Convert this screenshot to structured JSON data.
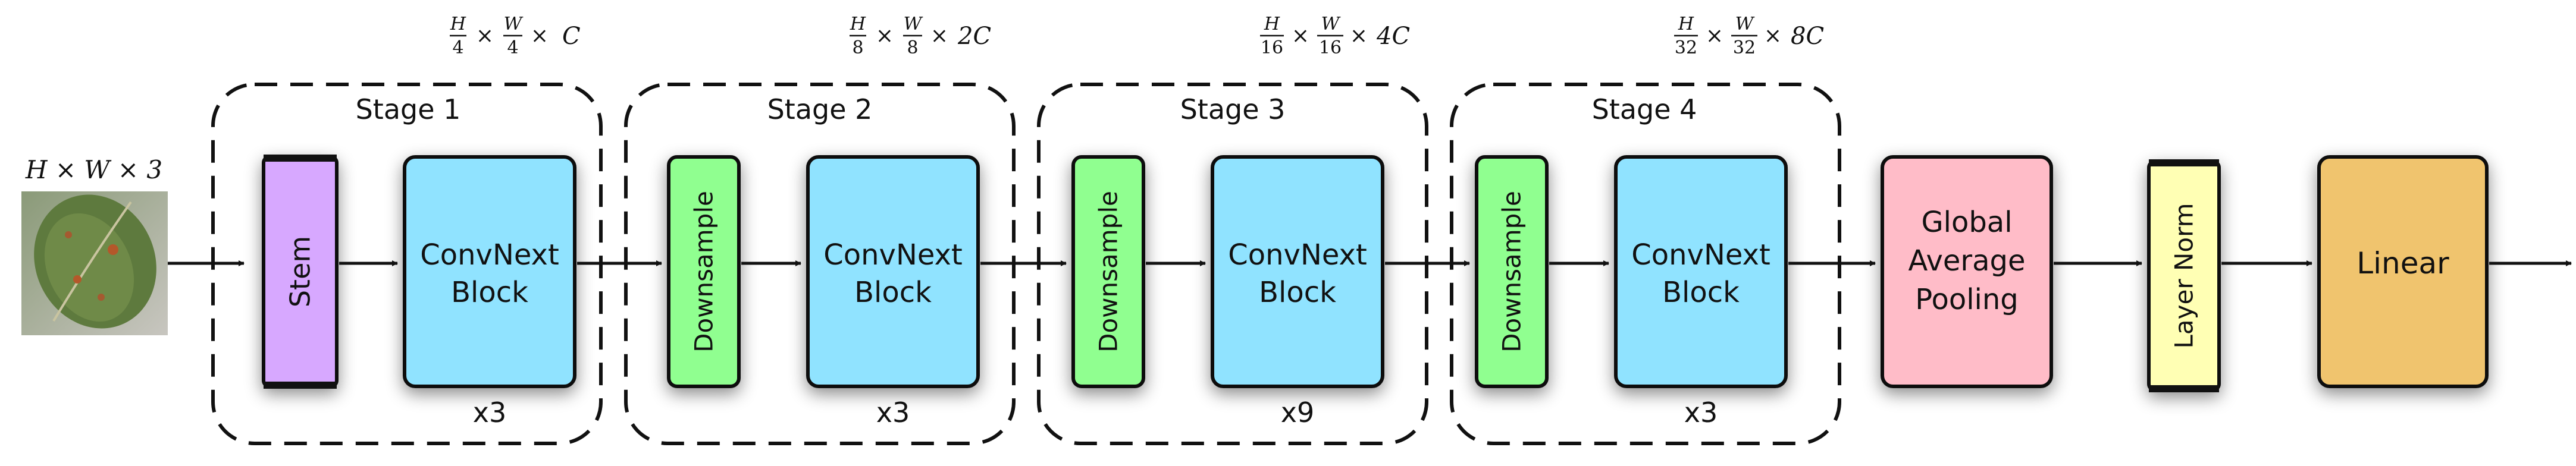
{
  "input": {
    "dims_label": "H × W × 3",
    "image_icon": "leaf-photo"
  },
  "stages": [
    {
      "title": "Stage 1",
      "repeat": "x3",
      "out_h": "H",
      "out_hd": "4",
      "out_w": "W",
      "out_wd": "4",
      "out_c": "C"
    },
    {
      "title": "Stage 2",
      "repeat": "x3",
      "out_h": "H",
      "out_hd": "8",
      "out_w": "W",
      "out_wd": "8",
      "out_c": "2C"
    },
    {
      "title": "Stage 3",
      "repeat": "x9",
      "out_h": "H",
      "out_hd": "16",
      "out_w": "W",
      "out_wd": "16",
      "out_c": "4C"
    },
    {
      "title": "Stage 4",
      "repeat": "x3",
      "out_h": "H",
      "out_hd": "32",
      "out_w": "W",
      "out_wd": "32",
      "out_c": "8C"
    }
  ],
  "blocks": {
    "stem": "Stem",
    "downsample": "Downsample",
    "convnext_line1": "ConvNext",
    "convnext_line2": "Block",
    "gap_line1": "Global",
    "gap_line2": "Average",
    "gap_line3": "Pooling",
    "layer_norm": "Layer Norm",
    "linear": "Linear"
  },
  "colors": {
    "stem": "#d7a8ff",
    "downsample": "#90ff90",
    "convnext": "#90e3ff",
    "gap": "#ffbcc8",
    "layer_norm": "#ffffb4",
    "linear": "#f0c46e",
    "stroke": "#111111"
  }
}
